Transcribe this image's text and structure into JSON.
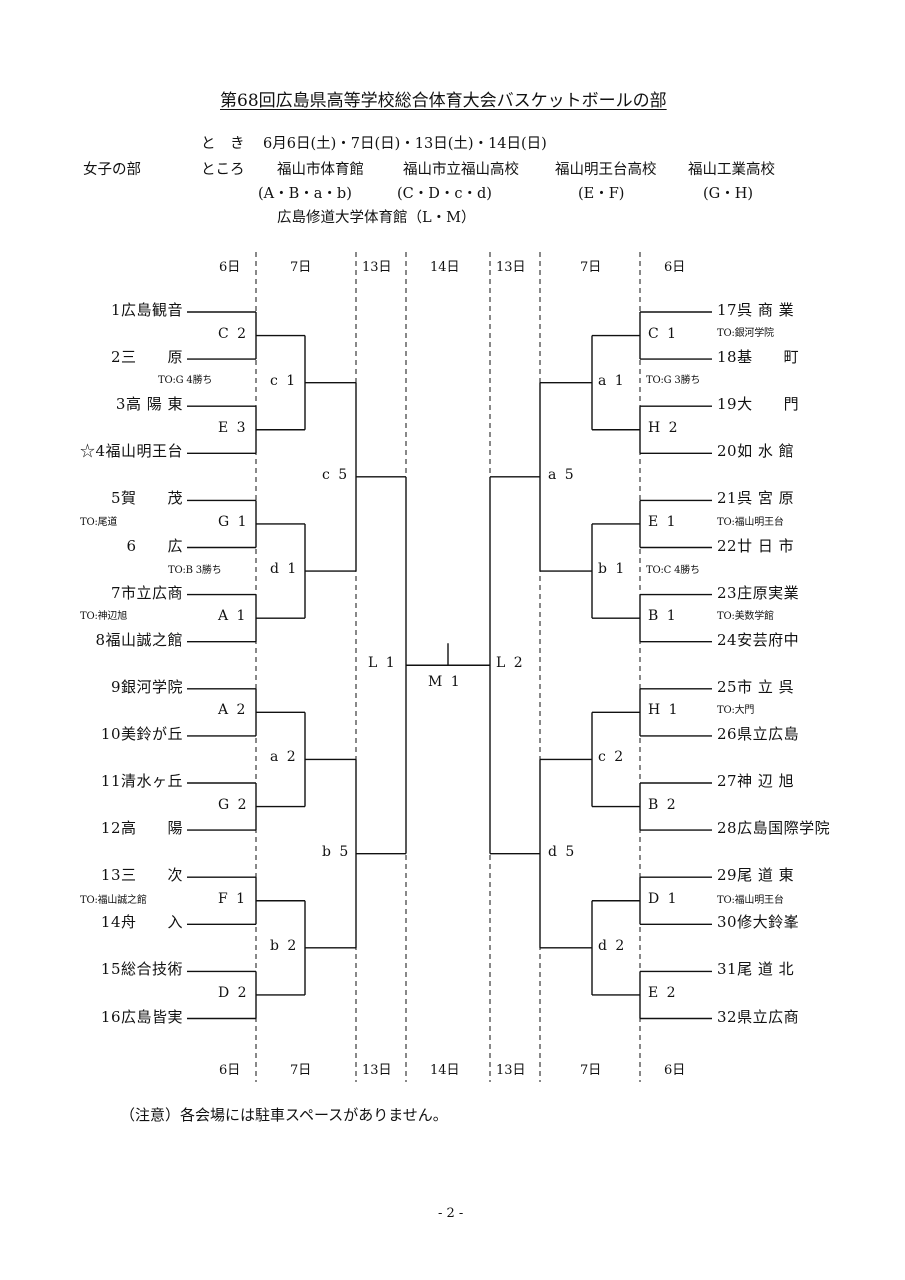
{
  "title": "第68回広島県高等学校総合体育大会バスケットボールの部",
  "category": "女子の部",
  "schedule": {
    "dates_label": "と　き",
    "dates": "6月6日(土)・7日(日)・13日(土)・14日(日)",
    "venues_label": "ところ",
    "venues": [
      {
        "name": "福山市体育館",
        "courts": "(A・B・a・b)"
      },
      {
        "name": "福山市立福山高校",
        "courts": "(C・D・c・d)"
      },
      {
        "name": "福山明王台高校",
        "courts": "(E・F)"
      },
      {
        "name": "福山工業高校",
        "courts": "(G・H)"
      }
    ],
    "extra_venue": "広島修道大学体育館（L・M）"
  },
  "day_headers": [
    "6日",
    "7日",
    "13日",
    "14日",
    "13日",
    "7日",
    "6日"
  ],
  "left_teams": [
    "1広島観音",
    "2三　　原",
    "3高 陽 東",
    "☆4福山明王台",
    "5賀　　茂",
    "6　　広",
    "7市立広商",
    "8福山誠之館",
    "9銀河学院",
    "10美鈴が丘",
    "11清水ヶ丘",
    "12高　　陽",
    "13三　　次",
    "14舟　　入",
    "15総合技術",
    "16広島皆実"
  ],
  "right_teams": [
    "17呉 商 業",
    "18基　　町",
    "19大　　門",
    "20如 水 館",
    "21呉 宮 原",
    "22廿 日 市",
    "23庄原実業",
    "24安芸府中",
    "25市 立 呉",
    "26県立広島",
    "27神 辺 旭",
    "28広島国際学院",
    "29尾 道 東",
    "30修大鈴峯",
    "31尾 道 北",
    "32県立広商"
  ],
  "left_r1": [
    "C2",
    "E3",
    "G1",
    "A1",
    "A2",
    "G2",
    "F1",
    "D2"
  ],
  "left_r2": [
    "c1",
    "d1",
    "a2",
    "b2"
  ],
  "left_r3": [
    "c5",
    "b5"
  ],
  "left_semi": "L1",
  "right_r1": [
    "C1",
    "H2",
    "E1",
    "B1",
    "H1",
    "B2",
    "D1",
    "E2"
  ],
  "right_r2": [
    "a1",
    "b1",
    "c2",
    "d2"
  ],
  "right_r3": [
    "a5",
    "d5"
  ],
  "right_semi": "L2",
  "final": "M1",
  "official_notes": {
    "n1": "TO:G 4勝ち",
    "n2": "TO:尾道",
    "n3": "TO:B 3勝ち",
    "n4": "TO:神辺旭",
    "n5": "TO:福山誠之館",
    "n6": "TO:銀河学院",
    "n7": "TO:G 3勝ち",
    "n8": "TO:福山明王台",
    "n9": "TO:C 4勝ち",
    "n10": "TO:美数学館",
    "n11": "TO:大門",
    "n12": "TO:福山明王台"
  },
  "note": "（注意）各会場には駐車スペースがありません。",
  "page_number": "- 2 -"
}
